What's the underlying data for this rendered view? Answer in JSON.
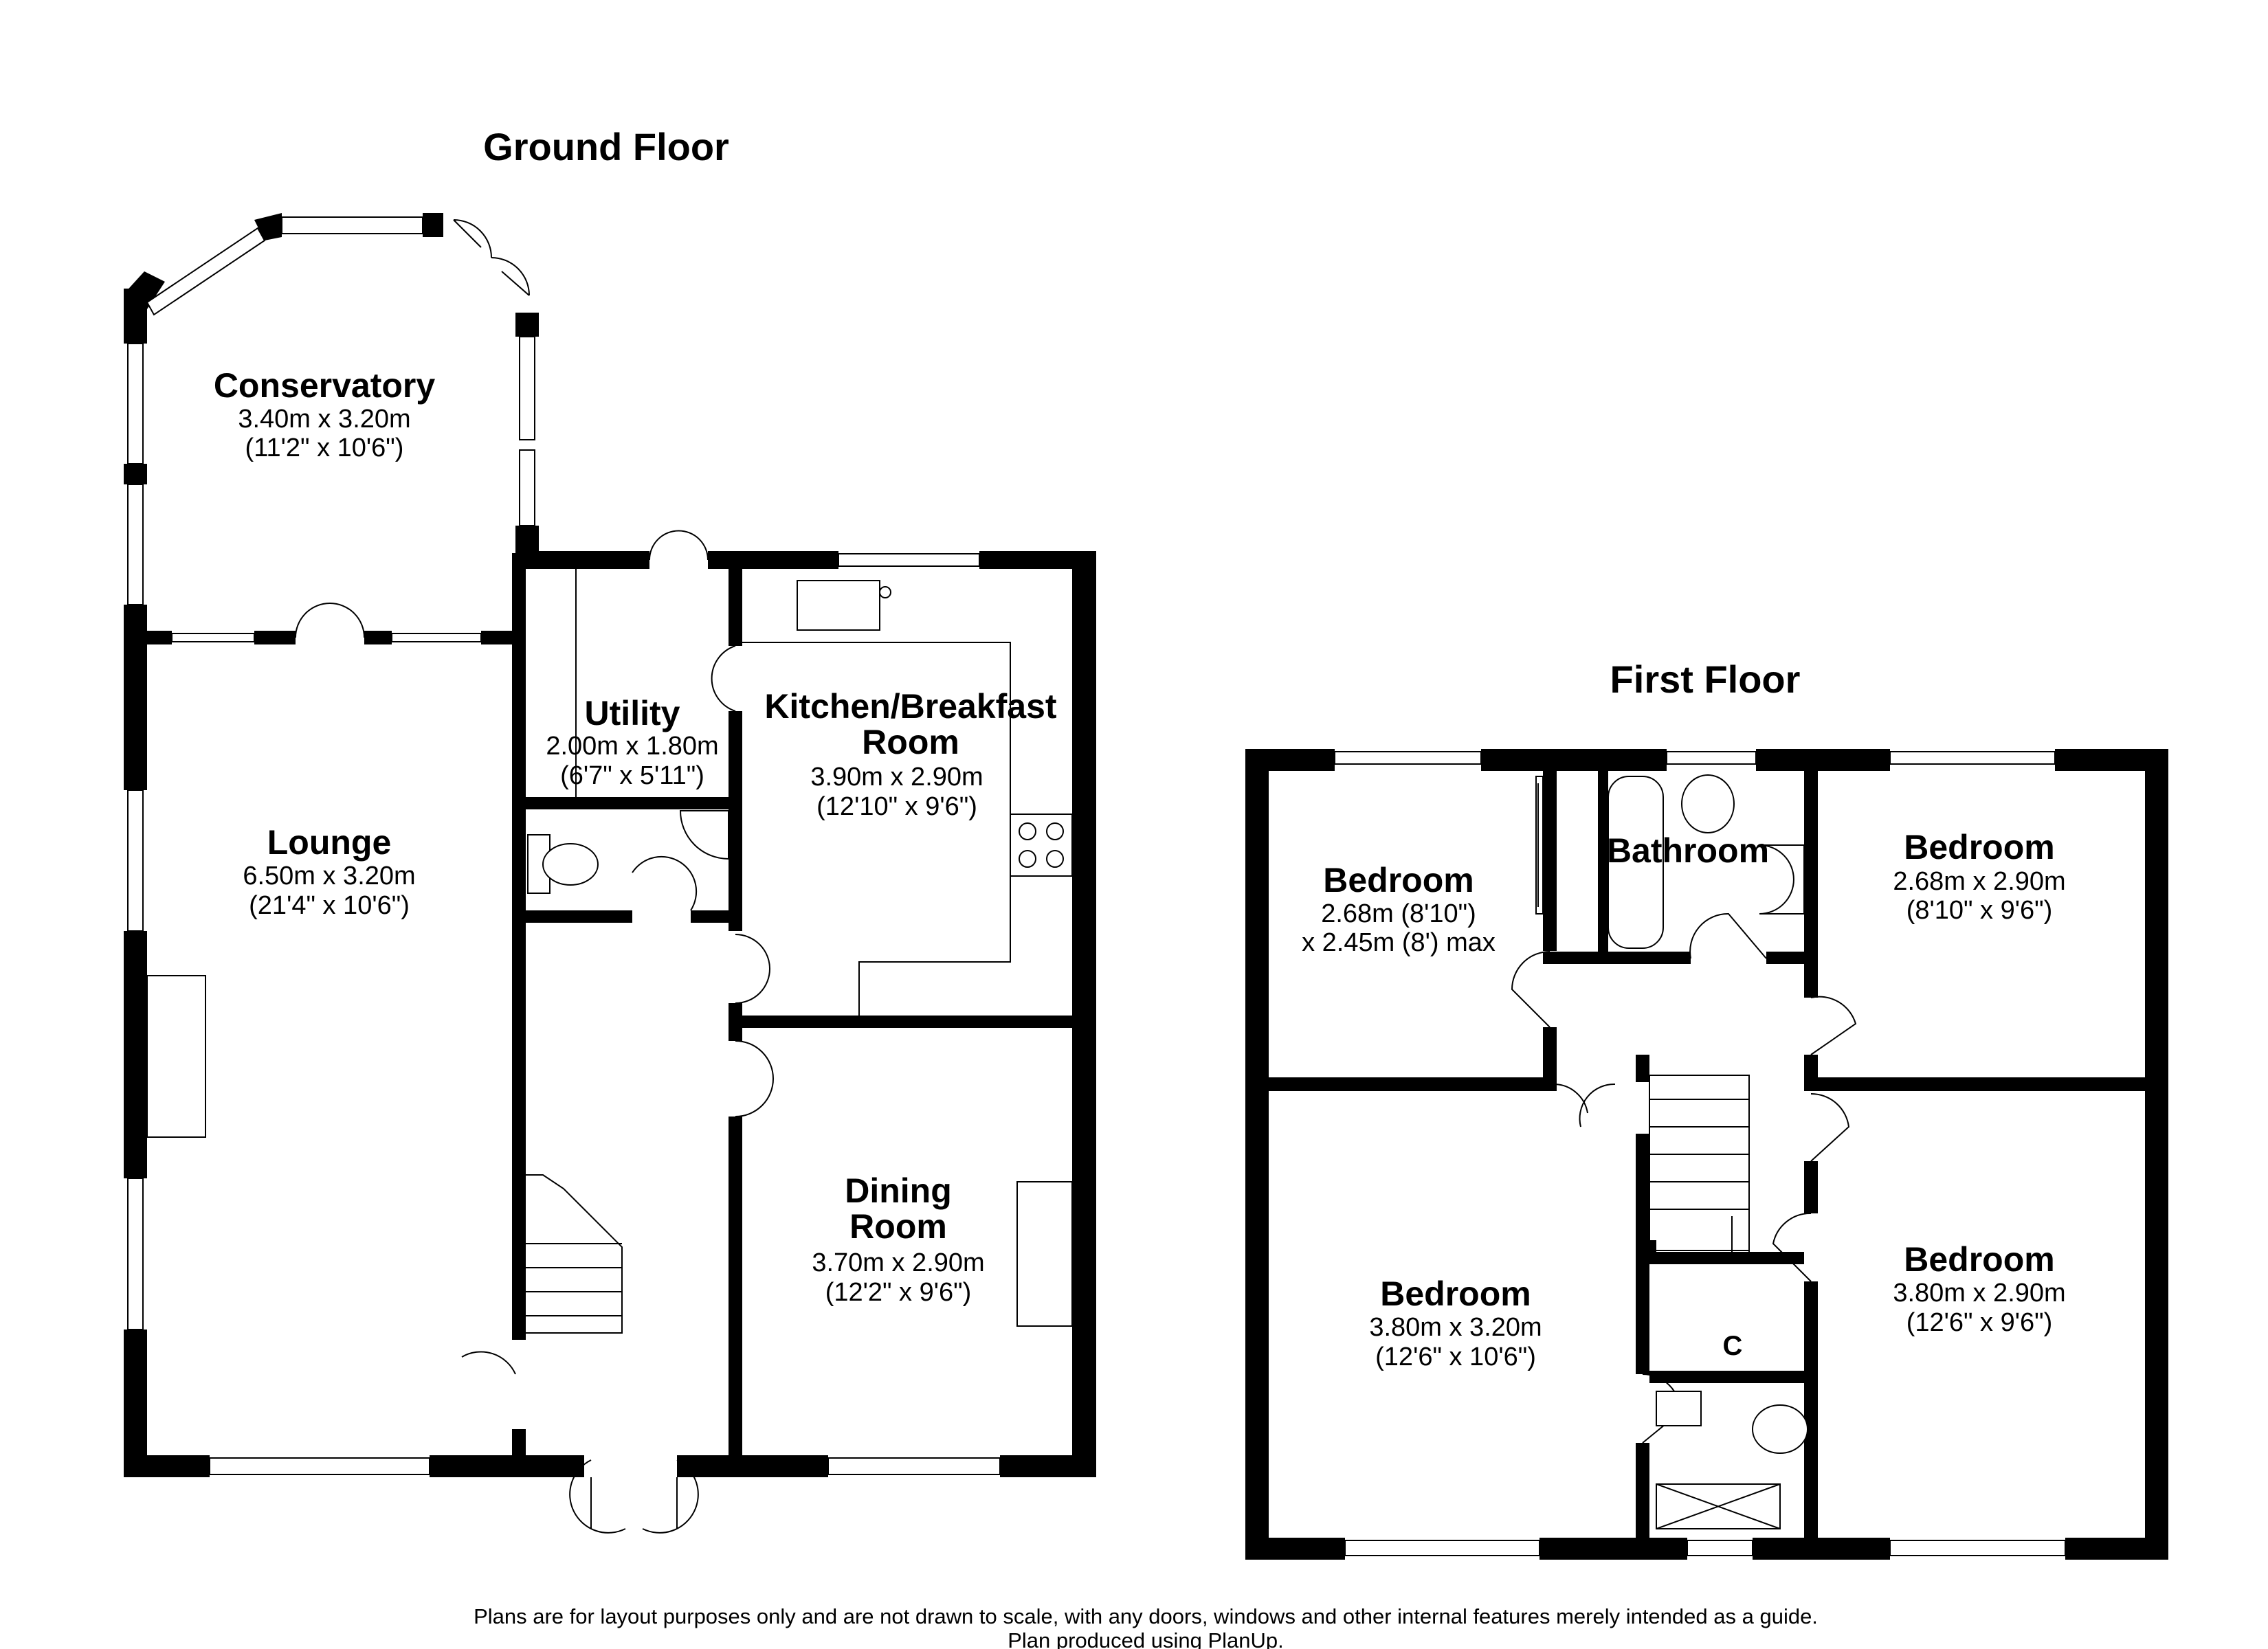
{
  "ground_floor": {
    "title": "Ground Floor",
    "conservatory": {
      "name": "Conservatory",
      "metric": "3.40m x 3.20m",
      "imperial": "(11'2\" x 10'6\")"
    },
    "lounge": {
      "name": "Lounge",
      "metric": "6.50m x 3.20m",
      "imperial": "(21'4\" x 10'6\")"
    },
    "utility": {
      "name": "Utility",
      "metric": "2.00m x 1.80m",
      "imperial": "(6'7\" x 5'11\")"
    },
    "kitchen": {
      "name_line1": "Kitchen/Breakfast",
      "name_line2": "Room",
      "metric": "3.90m x 2.90m",
      "imperial": "(12'10\" x 9'6\")"
    },
    "dining": {
      "name_line1": "Dining",
      "name_line2": "Room",
      "metric": "3.70m x 2.90m",
      "imperial": "(12'2\" x 9'6\")"
    }
  },
  "first_floor": {
    "title": "First Floor",
    "bedroom_top_left": {
      "name": "Bedroom",
      "line1": "2.68m (8'10\")",
      "line2": "x 2.45m (8') max"
    },
    "bathroom": {
      "name": "Bathroom"
    },
    "bedroom_top_right": {
      "name": "Bedroom",
      "metric": "2.68m x 2.90m",
      "imperial": "(8'10\" x 9'6\")"
    },
    "bedroom_bottom_left": {
      "name": "Bedroom",
      "metric": "3.80m x 3.20m",
      "imperial": "(12'6\" x 10'6\")"
    },
    "bedroom_bottom_right": {
      "name": "Bedroom",
      "metric": "3.80m x 2.90m",
      "imperial": "(12'6\" x 9'6\")"
    },
    "cupboard": {
      "label": "C"
    }
  },
  "footer": {
    "line1": "Plans are for layout purposes only and are not drawn to scale, with any doors, windows and other internal features merely intended as a guide.",
    "line2": "Plan produced using PlanUp."
  }
}
